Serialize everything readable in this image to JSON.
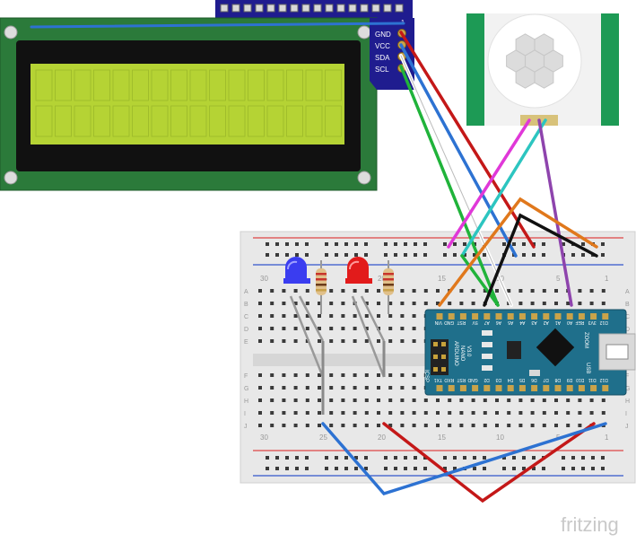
{
  "i2c_module": {
    "pin_index": "1",
    "pins": [
      "GND",
      "VCC",
      "SDA",
      "SCL"
    ]
  },
  "breadboard": {
    "column_numbers_top": [
      "30",
      "25",
      "20",
      "15",
      "10",
      "5",
      "1"
    ],
    "column_numbers_bottom": [
      "30",
      "25",
      "20",
      "15",
      "10",
      "5",
      "1"
    ],
    "row_letters_left": [
      "A",
      "B",
      "C",
      "D",
      "E",
      "F",
      "G",
      "H",
      "I",
      "J"
    ],
    "row_letters_right": [
      "A",
      "B",
      "C",
      "D",
      "E",
      "F",
      "G",
      "H",
      "I",
      "J"
    ]
  },
  "arduino": {
    "name_line1": "ARDUINO",
    "name_line2": "NANO",
    "name_line3": "V3.0",
    "badge": "ZOOM",
    "usb_label": "USB",
    "icsp_label": "ICSP",
    "top_pins": [
      "D12",
      "3V3",
      "REF",
      "A0",
      "A1",
      "A2",
      "A3",
      "A4",
      "A5",
      "A6",
      "A7",
      "5V",
      "RST",
      "GND",
      "VIN"
    ],
    "bottom_pins": [
      "D12",
      "D11",
      "D10",
      "D9",
      "D8",
      "D7",
      "D6",
      "D5",
      "D4",
      "D3",
      "D2",
      "GND",
      "RST",
      "RXO",
      "TX1"
    ]
  },
  "watermark": "fritzing",
  "colors": {
    "lcd_pcb": "#2b7a3a",
    "lcd_screen": "#b5d334",
    "i2c_board": "#1f1c8f",
    "arduino_board": "#1f6f8b",
    "wire_red": "#c41818",
    "wire_blue": "#2d72d2",
    "wire_green": "#20b33a",
    "wire_black": "#111111",
    "wire_orange": "#e0781c",
    "wire_magenta": "#e038d8",
    "wire_cyan": "#2cc5c0",
    "wire_purple": "#8e44ad",
    "wire_white": "#ffffff",
    "wire_gray": "#8a8a8a",
    "led_blue": "#3a3df0",
    "led_red": "#e21b1b"
  }
}
